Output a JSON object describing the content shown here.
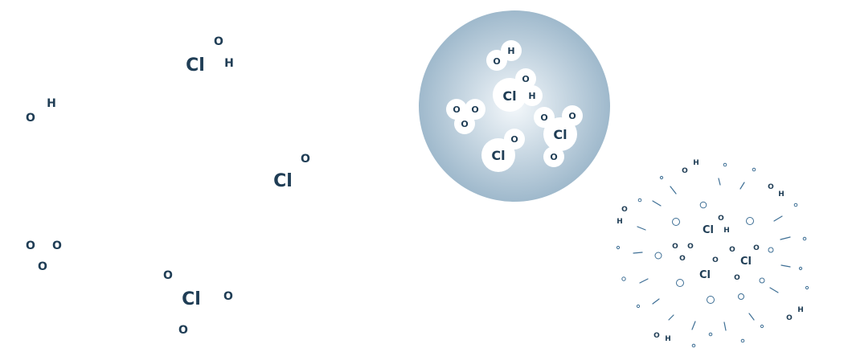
{
  "colors": {
    "label": "#1f3d55",
    "sphere_center": "#f4f8fb",
    "sphere_edge": "#9fb9cc",
    "burst": "#3e6f95",
    "bubble": "#ffffff"
  },
  "scattered_molecules": [
    {
      "name": "hypochlorous-acid",
      "atoms": [
        "Cl",
        "O",
        "H"
      ]
    },
    {
      "name": "hydroxyl",
      "atoms": [
        "O",
        "H"
      ]
    },
    {
      "name": "chlorine-monoxide",
      "atoms": [
        "Cl",
        "O"
      ]
    },
    {
      "name": "ozone",
      "atoms": [
        "O",
        "O",
        "O"
      ]
    },
    {
      "name": "chlorine-dioxide",
      "atoms": [
        "Cl",
        "O",
        "O",
        "O"
      ]
    }
  ],
  "sphere_molecules": [
    {
      "name": "hydroxyl",
      "atoms": [
        "O",
        "H"
      ]
    },
    {
      "name": "hypochlorous-acid",
      "atoms": [
        "Cl",
        "O",
        "H"
      ]
    },
    {
      "name": "ozone",
      "atoms": [
        "O",
        "O",
        "O"
      ]
    },
    {
      "name": "chlorine-dioxide",
      "atoms": [
        "O",
        "O",
        "Cl",
        "O"
      ]
    },
    {
      "name": "chlorine-monoxide",
      "atoms": [
        "Cl",
        "O"
      ]
    }
  ],
  "burst_labels": [
    "O",
    "H",
    "O",
    "H",
    "O",
    "H",
    "Cl",
    "O",
    "H",
    "O",
    "O",
    "O",
    "O",
    "O",
    "Cl",
    "Cl",
    "O",
    "O",
    "O",
    "H",
    "O",
    "H"
  ]
}
